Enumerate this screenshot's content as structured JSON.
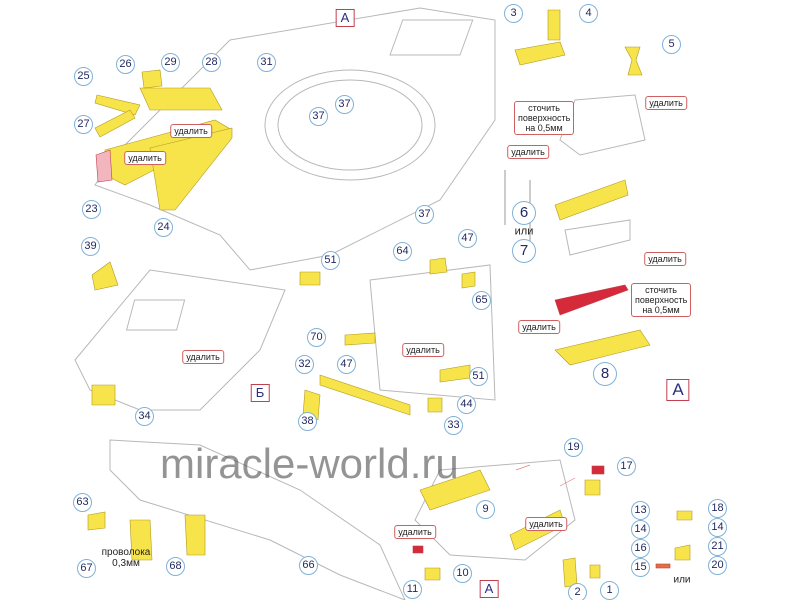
{
  "watermark": "miracle-world.ru",
  "view_labels": {
    "a_top": "А",
    "a_right": "А",
    "a_bottom": "А",
    "b": "Б"
  },
  "parts": [
    "3",
    "4",
    "5",
    "25",
    "26",
    "29",
    "28",
    "31",
    "37",
    "37",
    "27",
    "23",
    "24",
    "37",
    "6",
    "7",
    "39",
    "64",
    "47",
    "51",
    "65",
    "70",
    "32",
    "47",
    "51",
    "8",
    "38",
    "44",
    "33",
    "34",
    "63",
    "67",
    "68",
    "66",
    "19",
    "17",
    "9",
    "13",
    "18",
    "14",
    "14",
    "16",
    "21",
    "15",
    "20",
    "11",
    "10",
    "2",
    "1"
  ],
  "notes": {
    "remove": "удалить",
    "grind": "сточить поверхность на 0,5мм",
    "or": "или",
    "wire": "проволока 0,3мм"
  },
  "colors": {
    "part_yellow": "#f7e34a",
    "removed_red": "#d42a3a",
    "callout_blue": "#7fb2d8",
    "sand_pink": "#f2b6bf"
  }
}
